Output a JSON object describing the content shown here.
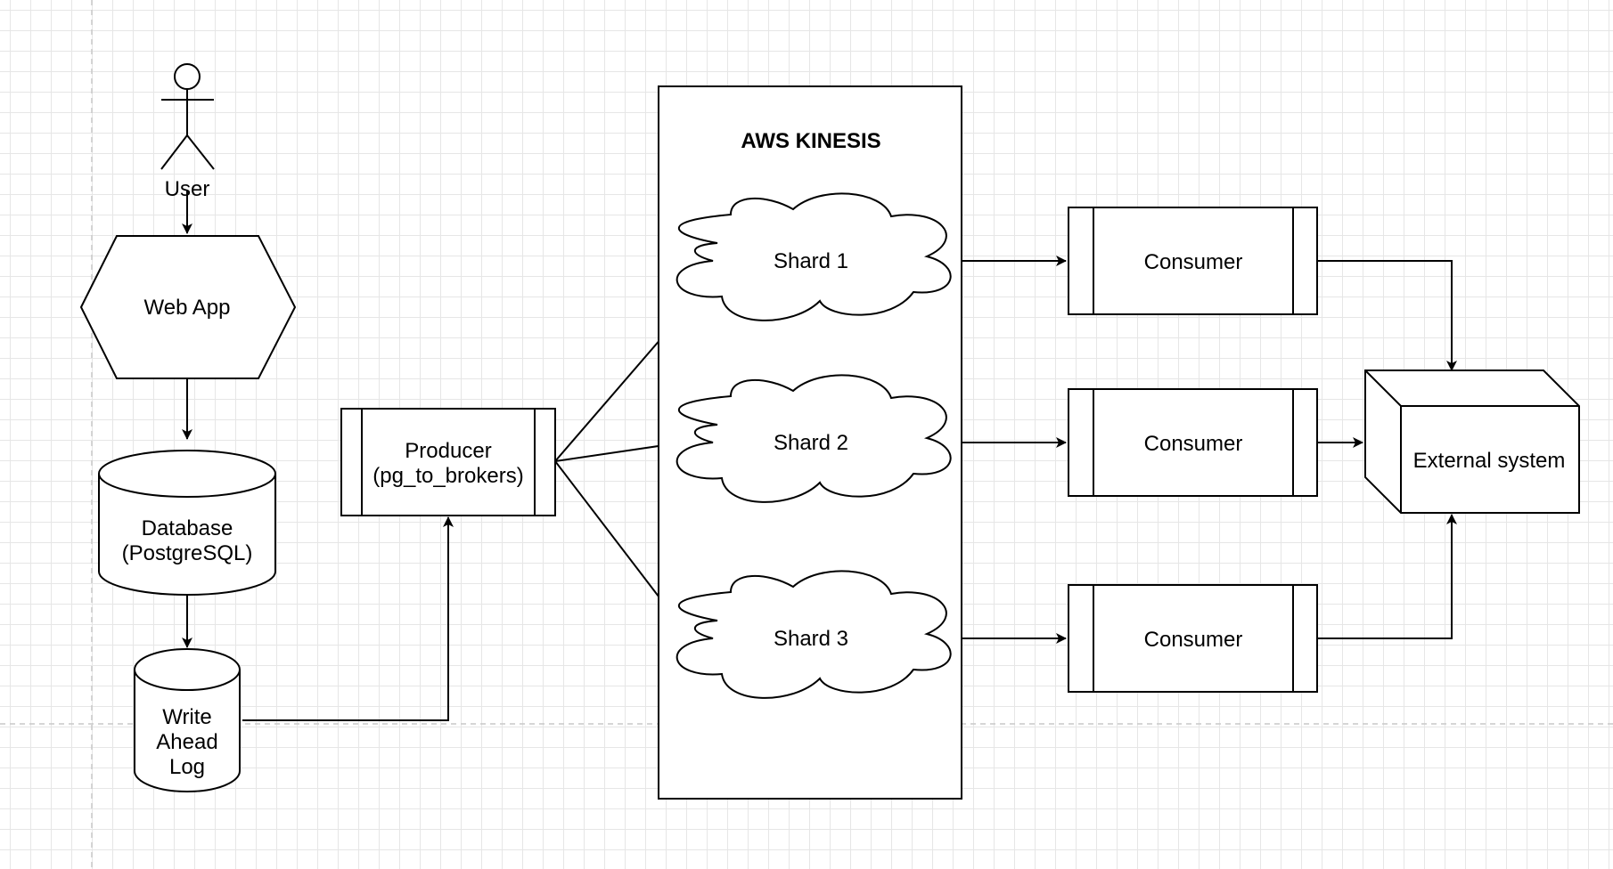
{
  "diagram": {
    "actor": {
      "label": "User"
    },
    "web_app": {
      "label": "Web App"
    },
    "database": {
      "line1": "Database",
      "line2": "(PostgreSQL)"
    },
    "wal": {
      "line1": "Write",
      "line2": "Ahead",
      "line3": "Log"
    },
    "producer": {
      "line1": "Producer",
      "line2": "(pg_to_brokers)"
    },
    "kinesis": {
      "title": "AWS KINESIS"
    },
    "shards": [
      {
        "label": "Shard 1"
      },
      {
        "label": "Shard 2"
      },
      {
        "label": "Shard 3"
      }
    ],
    "consumers": [
      {
        "label": "Consumer"
      },
      {
        "label": "Consumer"
      },
      {
        "label": "Consumer"
      }
    ],
    "external": {
      "label": "External system"
    }
  }
}
